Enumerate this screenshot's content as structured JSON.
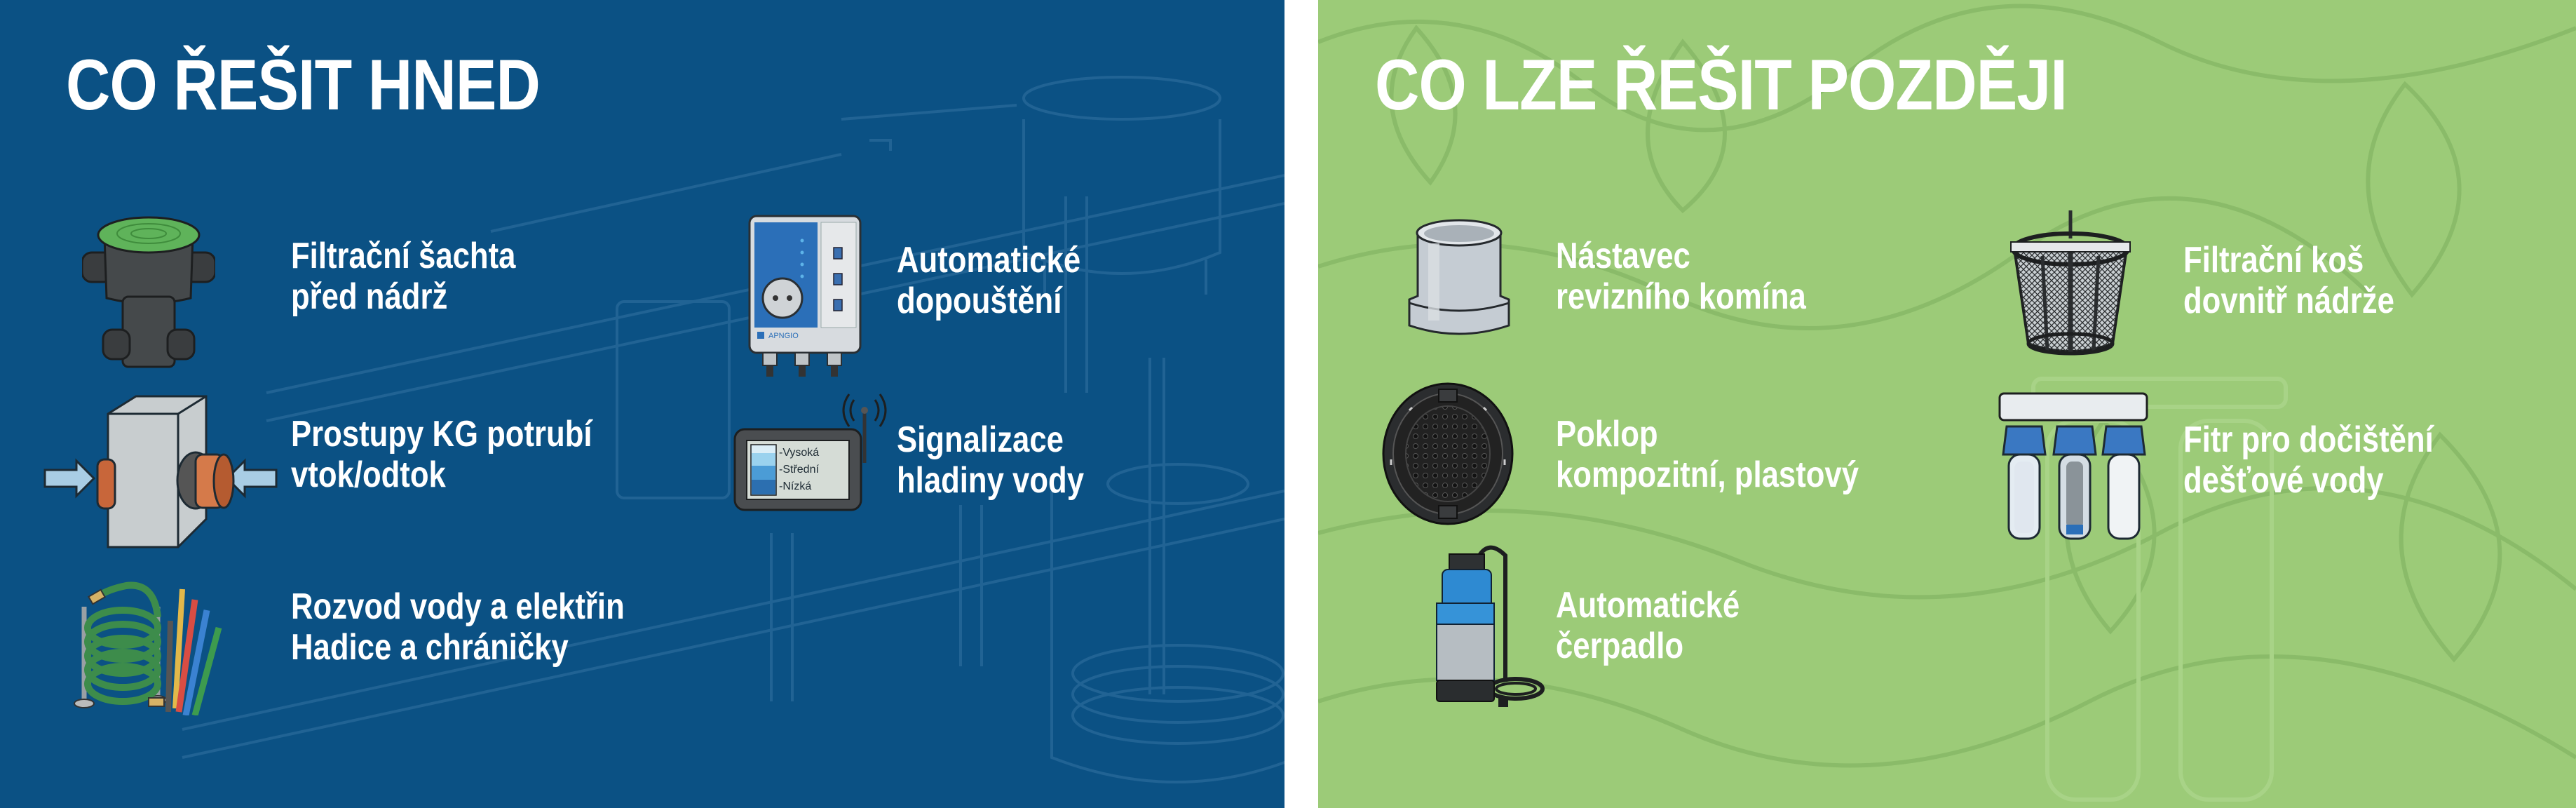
{
  "colors": {
    "now_background": "#0b5184",
    "later_background": "#9ccb78",
    "divider": "#ffffff",
    "text": "#ffffff"
  },
  "now_panel": {
    "title": "CO ŘEŠIT HNED",
    "items": [
      {
        "icon": "filter-shaft-icon",
        "line1": "Filtrační šachta",
        "line2": "před nádrž"
      },
      {
        "icon": "pipe-wall-passage-icon",
        "line1": "Prostupy KG potrubí",
        "line2": "vtok/odtok"
      },
      {
        "icon": "hoses-conduits-icon",
        "line1": "Rozvod vody a elektřin",
        "line2": "Hadice a chráničky"
      },
      {
        "icon": "auto-refill-controller-icon",
        "line1": "Automatické",
        "line2": "dopouštění",
        "device_brand": "APNGIO"
      },
      {
        "icon": "water-level-monitor-icon",
        "line1": "Signalizace",
        "line2": "hladiny vody",
        "levels": [
          "Vysoká",
          "Střední",
          "Nízká"
        ]
      }
    ]
  },
  "later_panel": {
    "title": "CO LZE ŘEŠIT POZDĚJI",
    "items": [
      {
        "icon": "inspection-chimney-extension-icon",
        "line1": "Nástavec",
        "line2": "revizního komína"
      },
      {
        "icon": "manhole-cover-icon",
        "line1": "Poklop",
        "line2": "kompozitní, plastový"
      },
      {
        "icon": "submersible-pump-icon",
        "line1": "Automatické",
        "line2": "čerpadlo"
      },
      {
        "icon": "filter-basket-icon",
        "line1": "Filtrační koš",
        "line2": "dovnitř nádrže"
      },
      {
        "icon": "water-filter-icon",
        "line1": "Fitr pro dočištění",
        "line2": "dešťové vody"
      }
    ]
  }
}
